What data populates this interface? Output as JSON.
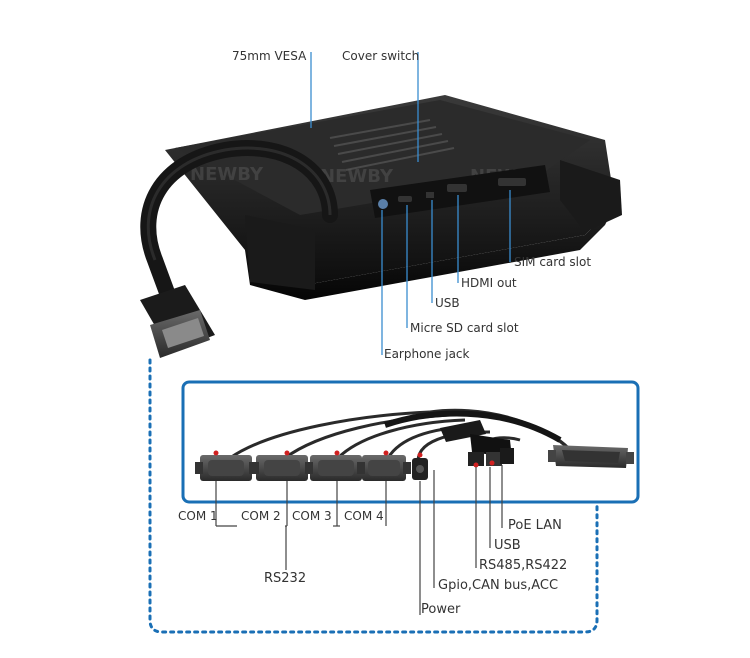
{
  "device": {
    "brand_watermark": "NEWBY",
    "labels": {
      "vesa": "75mm VESA",
      "cover_switch": "Cover switch",
      "sim": "SIM card slot",
      "hdmi": "HDMI out",
      "usb": "USB",
      "micro_sd": "Micre SD card slot",
      "earphone": "Earphone jack"
    }
  },
  "cable": {
    "labels": {
      "com1": "COM 1",
      "com2": "COM 2",
      "com3": "COM 3",
      "com4": "COM 4",
      "rs232": "RS232",
      "poe_lan": "PoE LAN",
      "usb": "USB",
      "rs485": "RS485,RS422",
      "gpio": "Gpio,CAN bus,ACC",
      "power": "Power"
    }
  },
  "colors": {
    "accent": "#1a6fb5",
    "leader": "#3a8dd0"
  }
}
